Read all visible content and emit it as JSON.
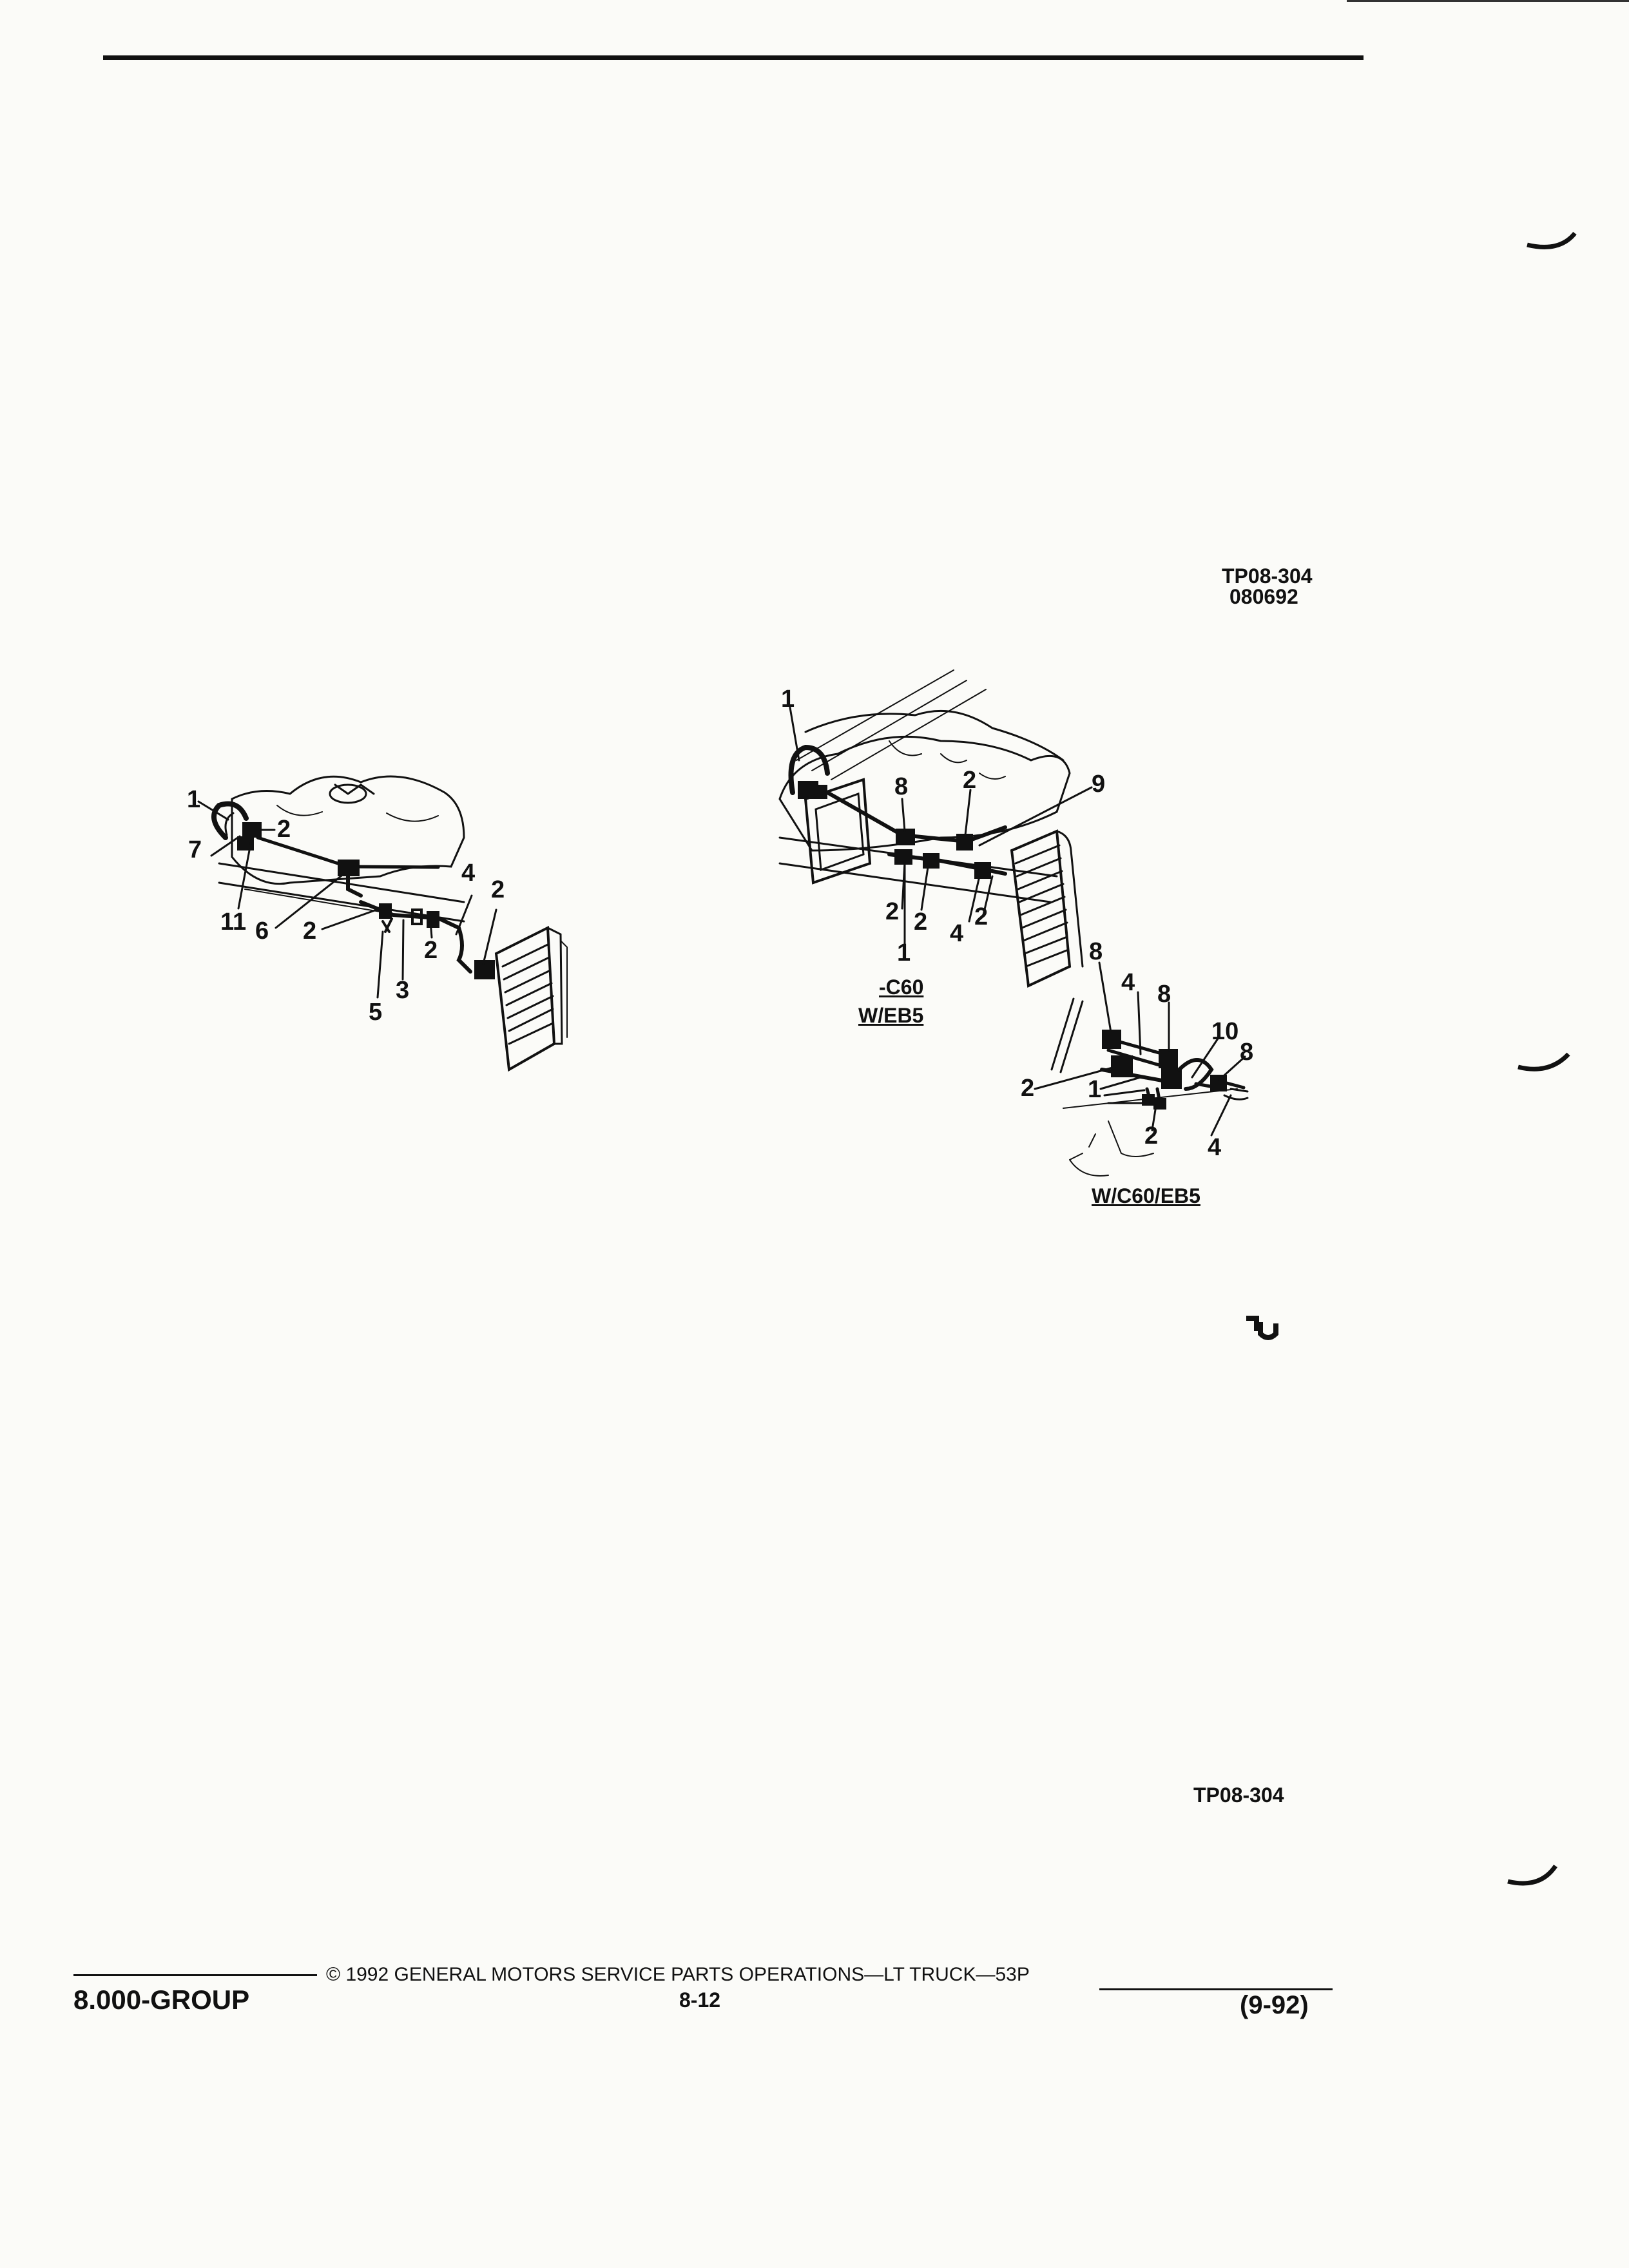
{
  "header": {},
  "figure_ref": {
    "code": "TP08-304",
    "date": "080692"
  },
  "figure_ref_bottom": "TP08-304",
  "left_diagram": {
    "callouts": [
      "1",
      "2",
      "7",
      "11",
      "6",
      "2",
      "4",
      "2",
      "2",
      "3",
      "5"
    ]
  },
  "right_diagram": {
    "callouts": [
      "1",
      "8",
      "2",
      "9",
      "2",
      "2",
      "4",
      "2",
      "1"
    ],
    "caption_line1": "-C60",
    "caption_line2": "W/EB5"
  },
  "detail_diagram": {
    "callouts": [
      "8",
      "4",
      "8",
      "10",
      "8",
      "2",
      "1",
      "2",
      "4"
    ],
    "caption": "W/C60/EB5"
  },
  "footer": {
    "group": "8.000-GROUP",
    "copyright": "© 1992 GENERAL MOTORS SERVICE PARTS OPERATIONS—LT TRUCK—53P",
    "page_number": "8-12",
    "revision": "(9-92)"
  },
  "colors": {
    "ink": "#111111",
    "paper": "#fbfbf8"
  }
}
